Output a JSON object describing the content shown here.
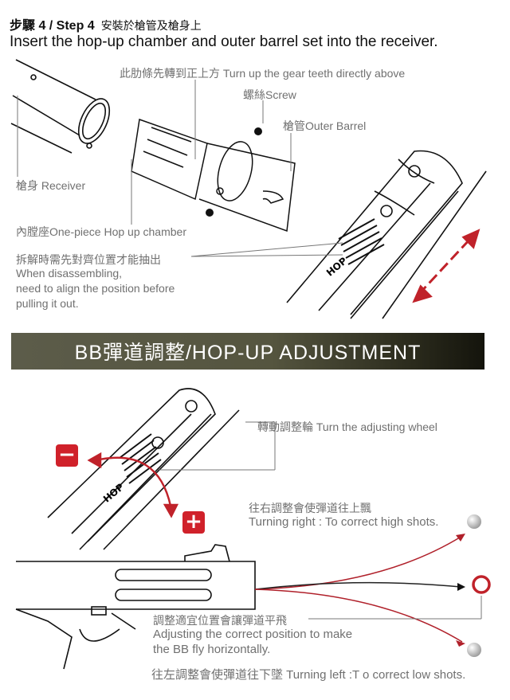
{
  "header": {
    "step_title": "步驟 4 / Step 4",
    "step_subtitle": "安裝於槍管及槍身上",
    "description": "Insert the hop-up chamber and outer barrel set into the receiver."
  },
  "assembly_labels": {
    "gear_teeth": "此肋條先轉到正上方 Turn up the gear teeth directly above",
    "screw": "螺絲Screw",
    "outer_barrel": "槍管Outer Barrel",
    "receiver": "槍身 Receiver",
    "hop_chamber": "內膛座One-piece Hop up chamber",
    "disassemble_zh": "拆解時需先對齊位置才能抽出",
    "disassemble_en_1": "When disassembling,",
    "disassemble_en_2": "need to align the position before",
    "disassemble_en_3": "pulling it out.",
    "hop_marking": "HOP"
  },
  "banner": {
    "title": "BB彈道調整/HOP-UP ADJUSTMENT"
  },
  "adjustment": {
    "turn_wheel": "轉動調整輪 Turn the adjusting wheel",
    "minus_label": "−",
    "plus_label": "+",
    "right_zh": "往右調整會使彈道往上飄",
    "right_en": "Turning right : To correct high shots.",
    "correct_zh": "調整適宜位置會讓彈道平飛",
    "correct_en_1": "Adjusting the correct position to make",
    "correct_en_2": "the BB fly horizontally.",
    "left_text": "往左調整會使彈道往下墜 Turning left :T o correct low shots.",
    "hop_marking": "HOP"
  },
  "colors": {
    "accent_red": "#d0212a",
    "trajectory_red": "#b0202a",
    "label_gray": "#707070",
    "banner_dark": "#1a1a10"
  }
}
